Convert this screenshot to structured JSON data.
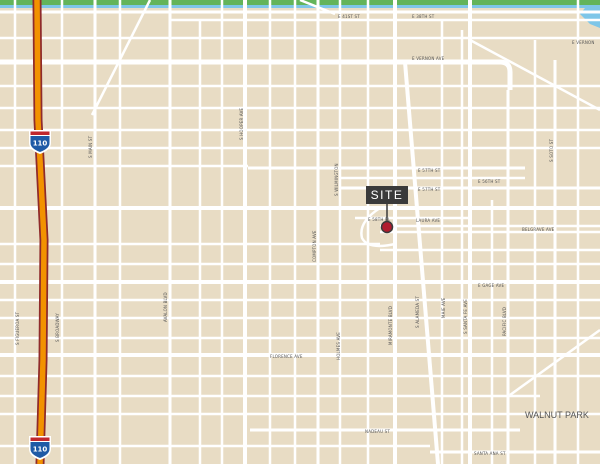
{
  "map": {
    "colors": {
      "land": "#e8dcc4",
      "road": "#ffffff",
      "freeway": "#f29200",
      "freeway_edge": "#8f2b2b",
      "water": "#7ec6e8",
      "top_band": "#63b45a",
      "shield_blue": "#1f5aa6",
      "shield_red": "#c0272d",
      "site_marker": "#b01c2e",
      "callout_bg": "#3a3a3a"
    },
    "site": {
      "label": "SITE"
    },
    "freeway": {
      "shield_number": "110"
    },
    "area_labels": {
      "walnut_park": "WALNUT PARK"
    },
    "streets": {
      "e_41st_st": "E 41ST ST",
      "e_38th_st": "E 38TH ST",
      "e_vernon_ave_top": "E VERNON",
      "e_vernon_ave": "E VERNON AVE",
      "s_main_st": "S MAIN ST",
      "s_hooper_ave": "S HOOPER AVE",
      "e_57th_st": "E 57TH ST",
      "e_56th_st": "E 56TH ST",
      "e_57th_st_b": "E 57TH ST",
      "e_58th_pl": "E 58TH PL",
      "laura_ave": "LAURA AVE",
      "s_wilmington_ave": "S WILMINGTON",
      "compton_ave": "COMPTON AVE",
      "belgrave_ave": "BELGRAVE AVE",
      "e_gage_ave": "E GAGE AVE",
      "s_figueroa_st": "S FIGUEROA ST",
      "s_broadway": "S BROADWAY",
      "avalon_blvd": "AVALON BLVD",
      "holmes_ave": "HOLMES AVE",
      "s_alameda_st": "S ALAMEDA ST",
      "s_santa_fe_ave": "S SANTA FE AVE",
      "pacific_blvd": "PACIFIC BLVD",
      "s_soto_st": "S SOTO ST",
      "florence_ave": "FLORENCE AVE",
      "nadeau_st": "NADEAU ST",
      "santa_ana_st": "SANTA ANA ST",
      "miramonte_blvd": "MIRAMONTE BLVD",
      "maie_ave": "MAIE AVE"
    }
  }
}
